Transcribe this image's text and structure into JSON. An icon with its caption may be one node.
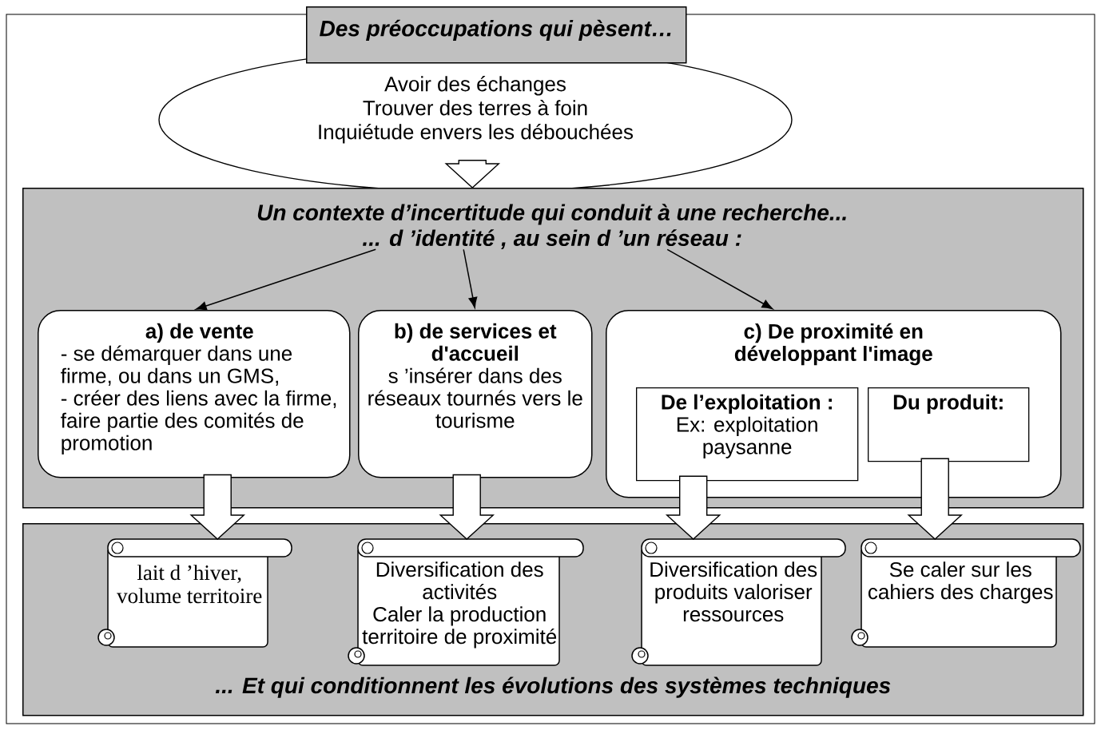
{
  "diagram": {
    "nodes": [
      {
        "text": [
          "Des préoccupations qui pèsent…"
        ]
      },
      {
        "text": [
          "Avoir des échanges",
          "Trouver des terres à foin",
          "Inquiétude envers les débouchées"
        ]
      },
      {
        "text": [],
        "shape": "box"
      },
      {
        "text": [
          "Un contexte d’incertitude qui conduit à une recherche... ... d ’identité , au sein d ’un réseau :"
        ],
        "in": 2
      },
      {
        "text": [
          "a) de vente",
          "- se démarquer dans une firme, ou dans un GMS,",
          "- créer des liens avec la firme, faire partie des comités de promotion"
        ],
        "in": 2
      },
      {
        "text": [
          "b) de services et d'accueil",
          "s ’insérer dans des réseaux tournés vers le tourisme"
        ],
        "in": 2
      },
      {
        "text": [
          "c) De proximité en développant l'image"
        ],
        "in": 2
      },
      {
        "text": [
          "De l’exploitation :",
          "Ex: exploitation paysanne"
        ],
        "in": 6
      },
      {
        "text": [
          "Du produit:"
        ],
        "in": 6
      },
      {
        "text": [
          "... Et qui conditionnent les évolutions des systèmes techniques"
        ]
      },
      {
        "text": [
          "lait d ’hiver, volume territoire"
        ],
        "in": 9
      },
      {
        "text": [
          "Diversification des activités",
          "Caler la production territoire de proximité"
        ],
        "in": 9
      },
      {
        "text": [
          "Diversification des produits valoriser ressources"
        ],
        "in": 9
      },
      {
        "text": [
          "Se caler sur les cahiers des charges"
        ],
        "in": 9
      }
    ],
    "edges": [
      {
        "from": 1,
        "to": 2,
        "arrow": "to",
        "style": "thick"
      },
      {
        "from": 3,
        "to": 4,
        "arrow": "to"
      },
      {
        "from": 3,
        "to": 5,
        "arrow": "to"
      },
      {
        "from": 3,
        "to": 6,
        "arrow": "to"
      },
      {
        "from": 4,
        "to": 10,
        "arrow": "to",
        "style": "thick"
      },
      {
        "from": 5,
        "to": 11,
        "arrow": "to",
        "style": "thick"
      },
      {
        "from": 7,
        "to": 12,
        "arrow": "to",
        "style": "thick"
      },
      {
        "from": 8,
        "to": 13,
        "arrow": "to",
        "style": "thick"
      }
    ]
  }
}
